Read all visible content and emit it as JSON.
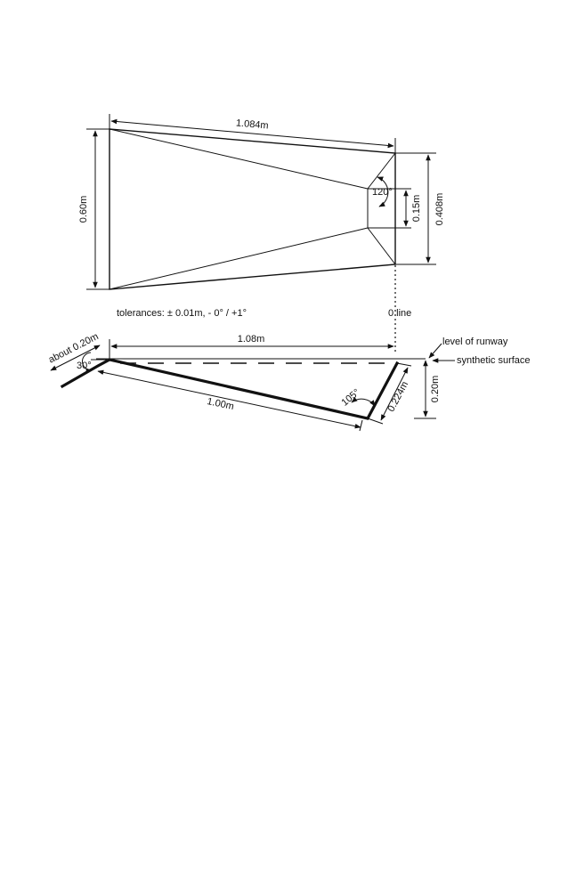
{
  "top_view": {
    "length_label": "1.084m",
    "left_width_label": "0.60m",
    "right_width_label": "0.408m",
    "inner_width_label": "0.15m",
    "angle_label": "120°"
  },
  "tolerances_label": "tolerances: ± 0.01m, - 0° / +1°",
  "zero_line_label": "0 line",
  "side_view": {
    "about_label": "about 0.20m",
    "length_top_label": "1.08m",
    "runway_label": "level of runway",
    "synthetic_label": "synthetic surface",
    "angle_30_label": "30°",
    "bottom_length_label": "1.00m",
    "angle_105_label": "105°",
    "slope_label": "0.224m",
    "depth_label": "0.20m"
  }
}
